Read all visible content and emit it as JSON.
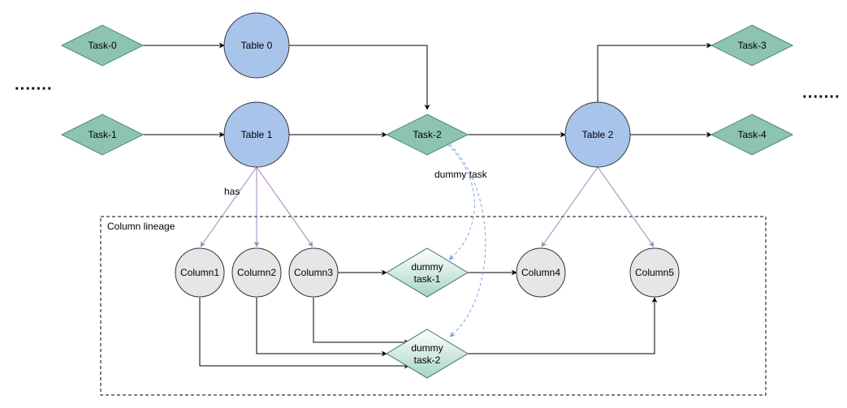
{
  "tasks": {
    "task0": "Task-0",
    "task1": "Task-1",
    "task2": "Task-2",
    "task3": "Task-3",
    "task4": "Task-4"
  },
  "tables": {
    "table0": "Table 0",
    "table1": "Table 1",
    "table2": "Table 2"
  },
  "columns": {
    "col1": "Column1",
    "col2": "Column2",
    "col3": "Column3",
    "col4": "Column4",
    "col5": "Column5"
  },
  "dummy": {
    "task1_line1": "dummy",
    "task1_line2": "task-1",
    "task2_line1": "dummy",
    "task2_line2": "task-2"
  },
  "labels": {
    "has": "has",
    "dummy_task": "dummy task",
    "column_lineage": "Column lineage",
    "ellipsis_left": "·······",
    "ellipsis_right": "·······"
  },
  "colors": {
    "task_fill": "#8dc3b2",
    "task_stroke": "#4d8a76",
    "table_fill": "#a9c4eb",
    "table_stroke": "#36393d",
    "column_fill": "#e6e6e6",
    "column_stroke": "#333333",
    "dummy_fill_top": "#ffffff",
    "dummy_fill_bottom": "#a7d4c6",
    "dummy_stroke": "#3f6f61",
    "edge": "#000000",
    "has_edge": "#a680b8",
    "dummy_edge": "#7ea6e0"
  }
}
